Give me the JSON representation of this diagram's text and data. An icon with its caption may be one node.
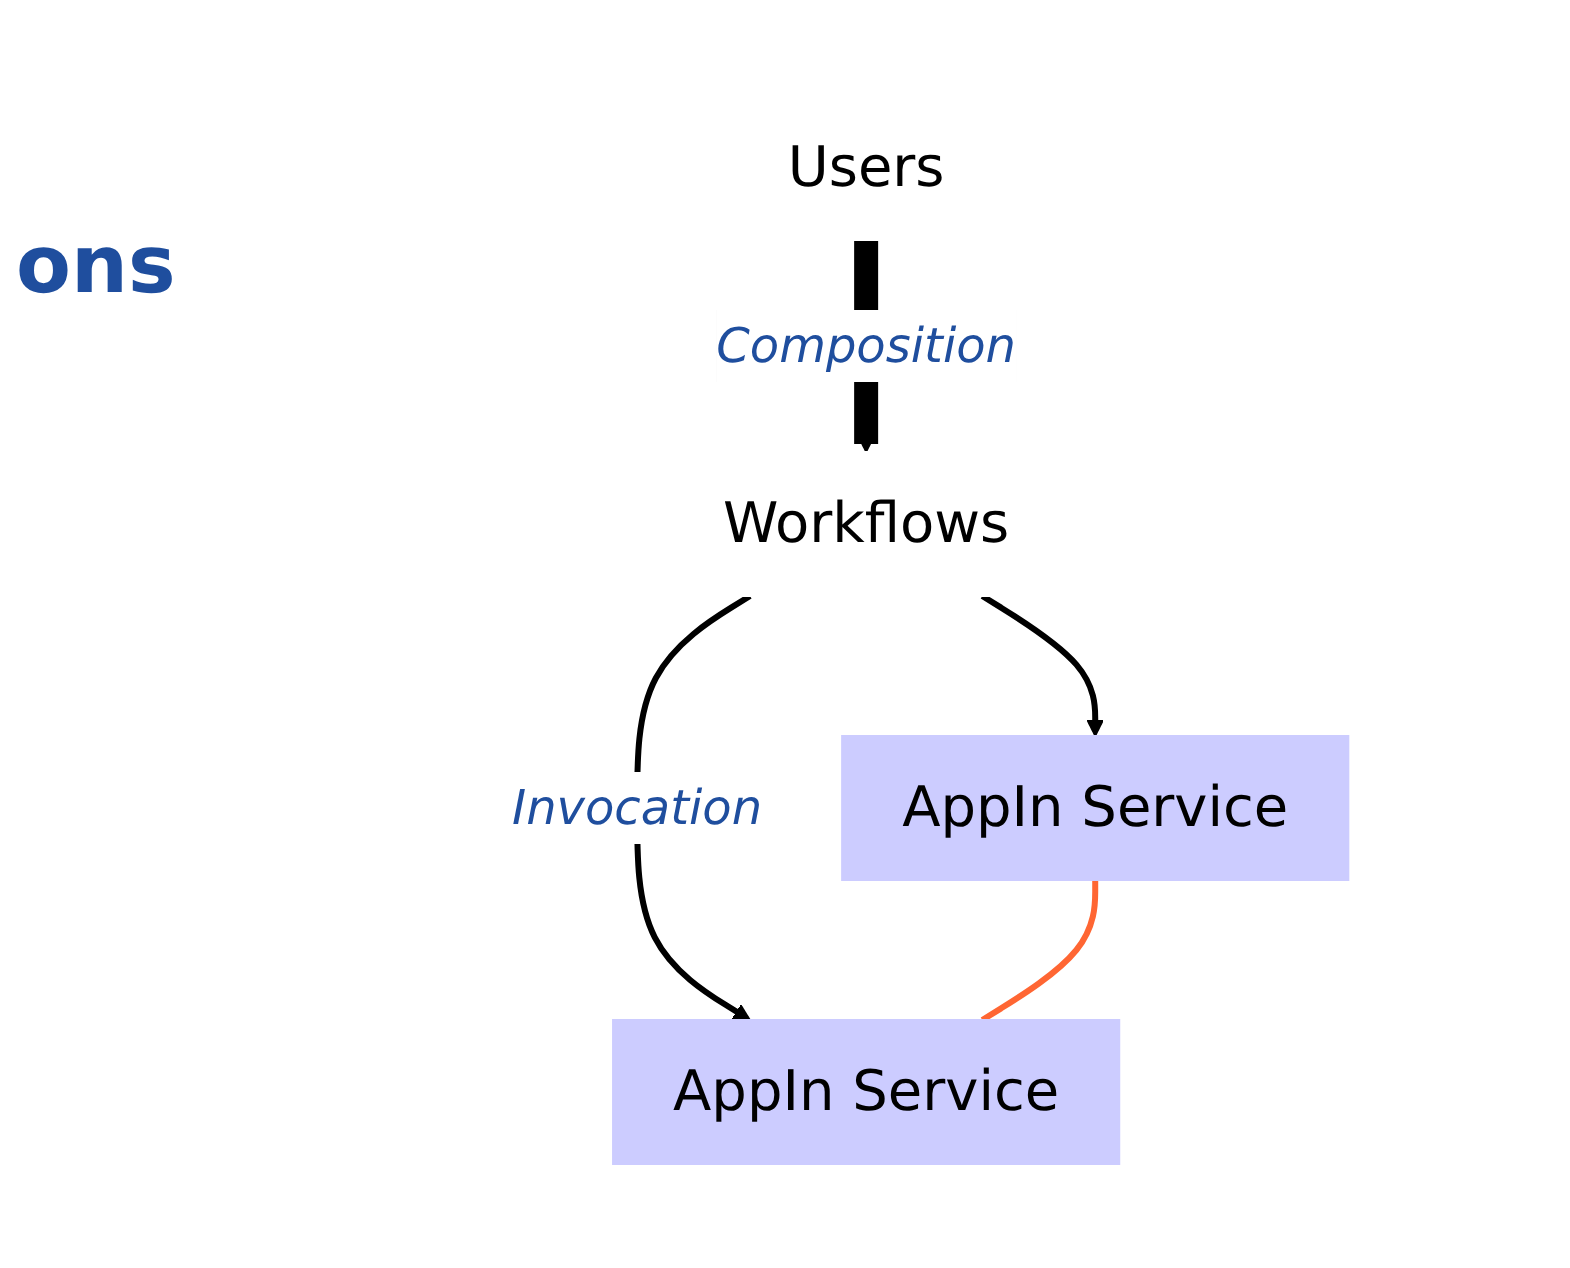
{
  "diagram": {
    "nodes": [
      {
        "text": [
          "Users"
        ]
      },
      {
        "text": [
          "Workflows"
        ]
      },
      {
        "text": [
          "AppIn Service"
        ]
      },
      {
        "text": [
          "AppIn Service"
        ]
      }
    ],
    "edges": [
      {
        "from": 0,
        "to": 1,
        "arrow": "to",
        "label": "Composition",
        "style": "thick"
      },
      {
        "from": 1,
        "to": 2,
        "arrow": "to"
      },
      {
        "from": 1,
        "to": 3,
        "arrow": "to",
        "label": "Invocation"
      },
      {
        "from": 2,
        "to": 3,
        "arrow": "none",
        "color": "#ff6633"
      }
    ],
    "labels": [
      "ons"
    ]
  }
}
